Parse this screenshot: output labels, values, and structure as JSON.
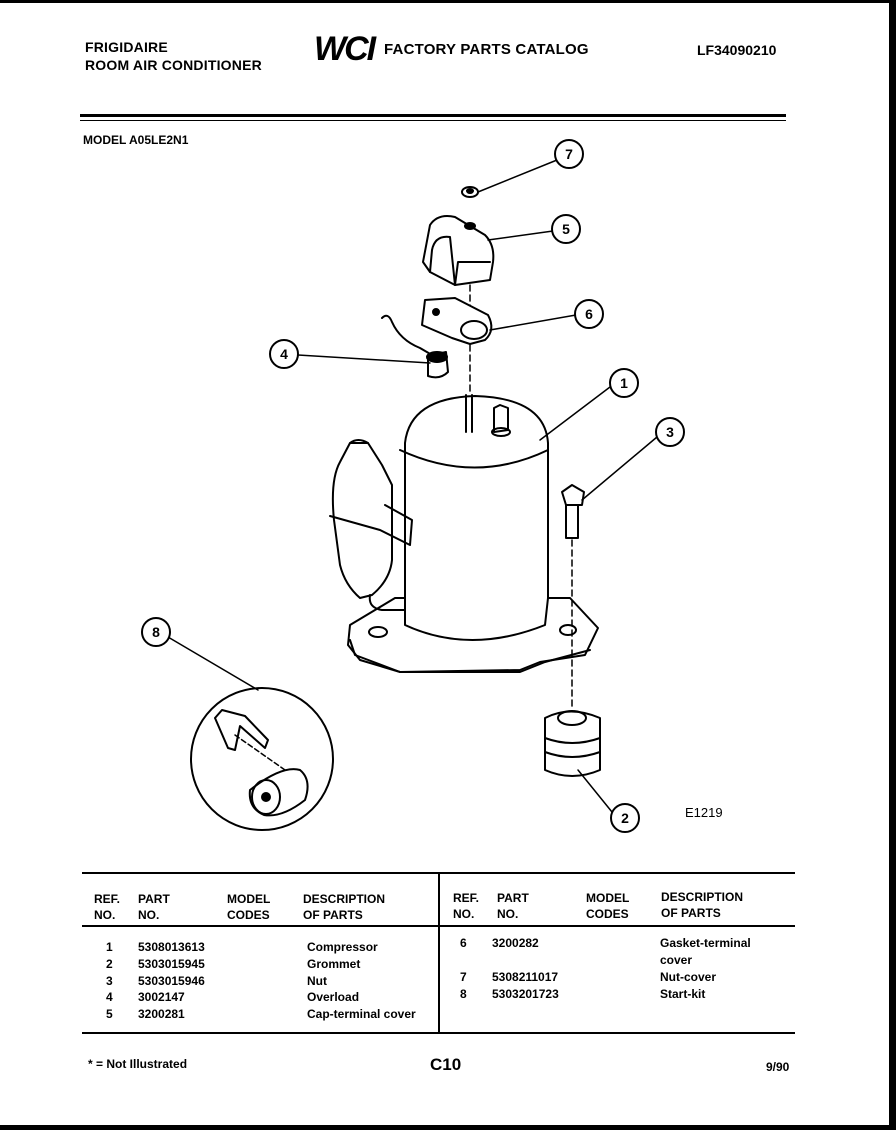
{
  "header": {
    "brand_line1": "FRIGIDAIRE",
    "brand_line2": "ROOM AIR CONDITIONER",
    "logo_text": "WCI",
    "catalog_title": "FACTORY PARTS CATALOG",
    "catalog_number": "LF34090210"
  },
  "model": "MODEL A05LE2N1",
  "diagram": {
    "callouts": [
      "7",
      "5",
      "6",
      "4",
      "1",
      "3",
      "8",
      "2"
    ],
    "code": "E1219"
  },
  "table": {
    "headers": {
      "ref": [
        "REF.",
        "NO."
      ],
      "part": [
        "PART",
        "NO."
      ],
      "model": [
        "MODEL",
        "CODES"
      ],
      "desc": [
        "DESCRIPTION",
        "OF PARTS"
      ]
    },
    "left_rows": [
      {
        "ref": "1",
        "part": "5308013613",
        "codes": "",
        "desc": "Compressor"
      },
      {
        "ref": "2",
        "part": "5303015945",
        "codes": "",
        "desc": "Grommet"
      },
      {
        "ref": "3",
        "part": "5303015946",
        "codes": "",
        "desc": "Nut"
      },
      {
        "ref": "4",
        "part": "3002147",
        "codes": "",
        "desc": "Overload"
      },
      {
        "ref": "5",
        "part": "3200281",
        "codes": "",
        "desc": "Cap-terminal cover"
      }
    ],
    "right_rows": [
      {
        "ref": "6",
        "part": "3200282",
        "codes": "",
        "desc": "Gasket-terminal",
        "desc2": "cover"
      },
      {
        "ref": "7",
        "part": "5308211017",
        "codes": "",
        "desc": "Nut-cover"
      },
      {
        "ref": "8",
        "part": "5303201723",
        "codes": "",
        "desc": "Start-kit"
      }
    ]
  },
  "footer": {
    "footnote": "* = Not Illustrated",
    "page": "C10",
    "date": "9/90"
  }
}
